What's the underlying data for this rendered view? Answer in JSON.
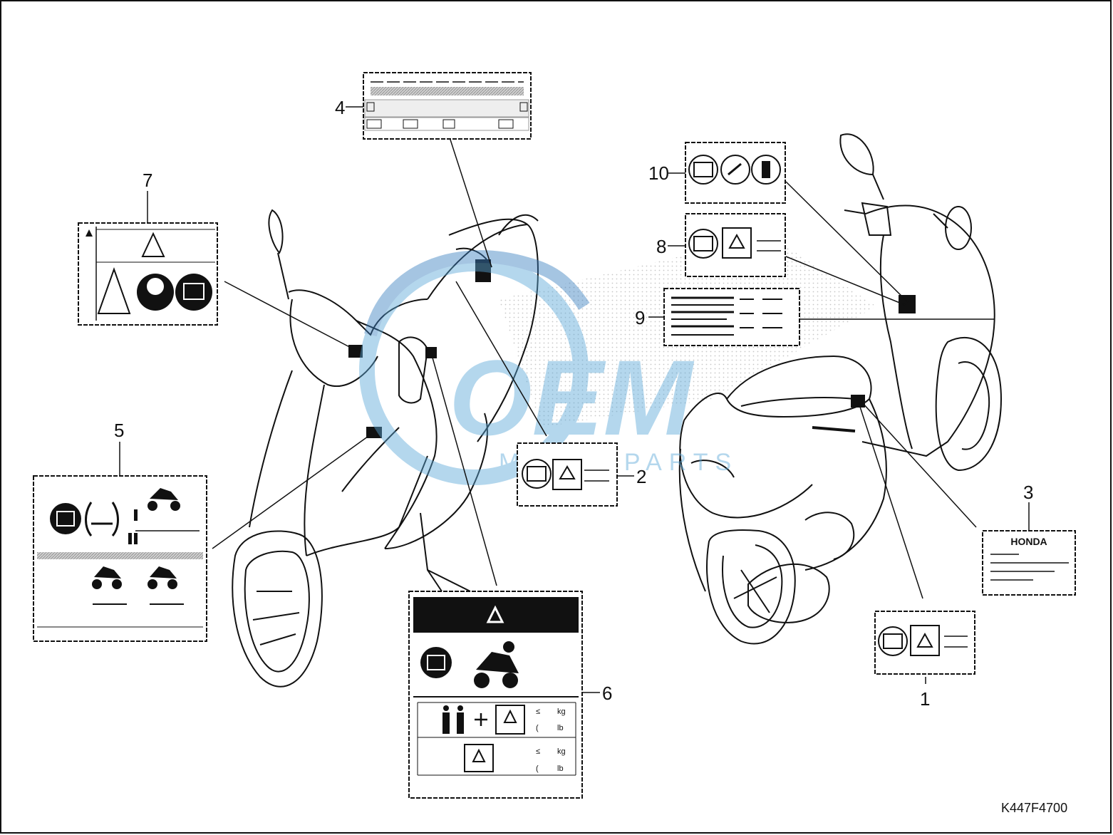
{
  "diagram": {
    "drawing_code": "K447F4700",
    "callouts": [
      {
        "id": "callout-1",
        "label": "1"
      },
      {
        "id": "callout-2",
        "label": "2"
      },
      {
        "id": "callout-3",
        "label": "3"
      },
      {
        "id": "callout-4",
        "label": "4"
      },
      {
        "id": "callout-5",
        "label": "5"
      },
      {
        "id": "callout-6",
        "label": "6"
      },
      {
        "id": "callout-7",
        "label": "7"
      },
      {
        "id": "callout-8",
        "label": "8"
      },
      {
        "id": "callout-9",
        "label": "9"
      },
      {
        "id": "callout-10",
        "label": "10"
      }
    ],
    "label3_brand": "HONDA",
    "label6_units": {
      "kg": "kg",
      "lb": "lb"
    },
    "label6_symbol": "≤",
    "watermark": {
      "brand": "OEM",
      "sub": "MOTORPARTS",
      "color": "#5aa8d8"
    }
  },
  "colors": {
    "line": "#111111",
    "fill_dark": "#111111",
    "paper": "#ffffff",
    "hatch": "#bbbbbb"
  }
}
